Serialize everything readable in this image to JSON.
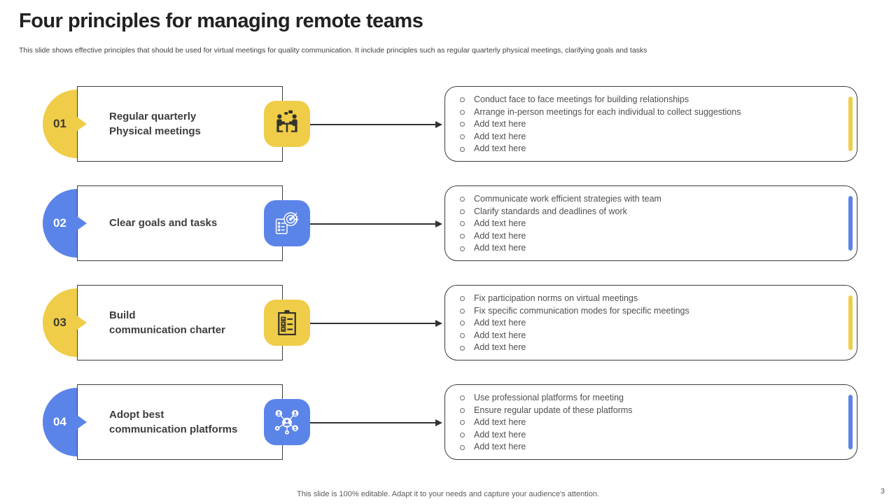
{
  "slide": {
    "title": "Four principles for managing remote teams",
    "subtitle": "This slide shows effective principles that should be used for virtual meetings for quality communication. It include principles such as regular quarterly physical meetings, clarifying goals and tasks",
    "footer": "This slide is 100% editable. Adapt it to your needs and capture your audience's attention.",
    "page_number": "3"
  },
  "colors": {
    "yellow_accent": "#EFCD49",
    "blue_accent": "#5B84E8",
    "box_border": "#3C3C3C",
    "title_text": "#3D3D3D",
    "bullet_text": "#4F4F4F"
  },
  "rows": [
    {
      "number": "01",
      "theme": "yellow",
      "title": "Regular quarterly\nPhysical meetings",
      "icon": "meeting-icon",
      "bullets": [
        "Conduct face to face meetings for building relationships",
        "Arrange in-person meetings for each individual to collect suggestions",
        "Add text here",
        "Add text here",
        "Add text here"
      ]
    },
    {
      "number": "02",
      "theme": "blue",
      "title": "Clear goals and tasks",
      "icon": "goals-target-icon",
      "bullets": [
        "Communicate work efficient strategies with team",
        "Clarify standards and deadlines of work",
        "Add text here",
        "Add text here",
        "Add text here"
      ]
    },
    {
      "number": "03",
      "theme": "yellow",
      "title": "Build\ncommunication charter",
      "icon": "clipboard-checklist-icon",
      "bullets": [
        "Fix participation norms on virtual meetings",
        "Fix specific communication modes for specific meetings",
        "Add text here",
        "Add text here",
        "Add text here"
      ]
    },
    {
      "number": "04",
      "theme": "blue",
      "title": "Adopt best\ncommunication platforms",
      "icon": "network-platforms-icon",
      "bullets": [
        "Use professional platforms for meeting",
        "Ensure regular update of these platforms",
        "Add text here",
        "Add text here",
        "Add text here"
      ]
    }
  ]
}
